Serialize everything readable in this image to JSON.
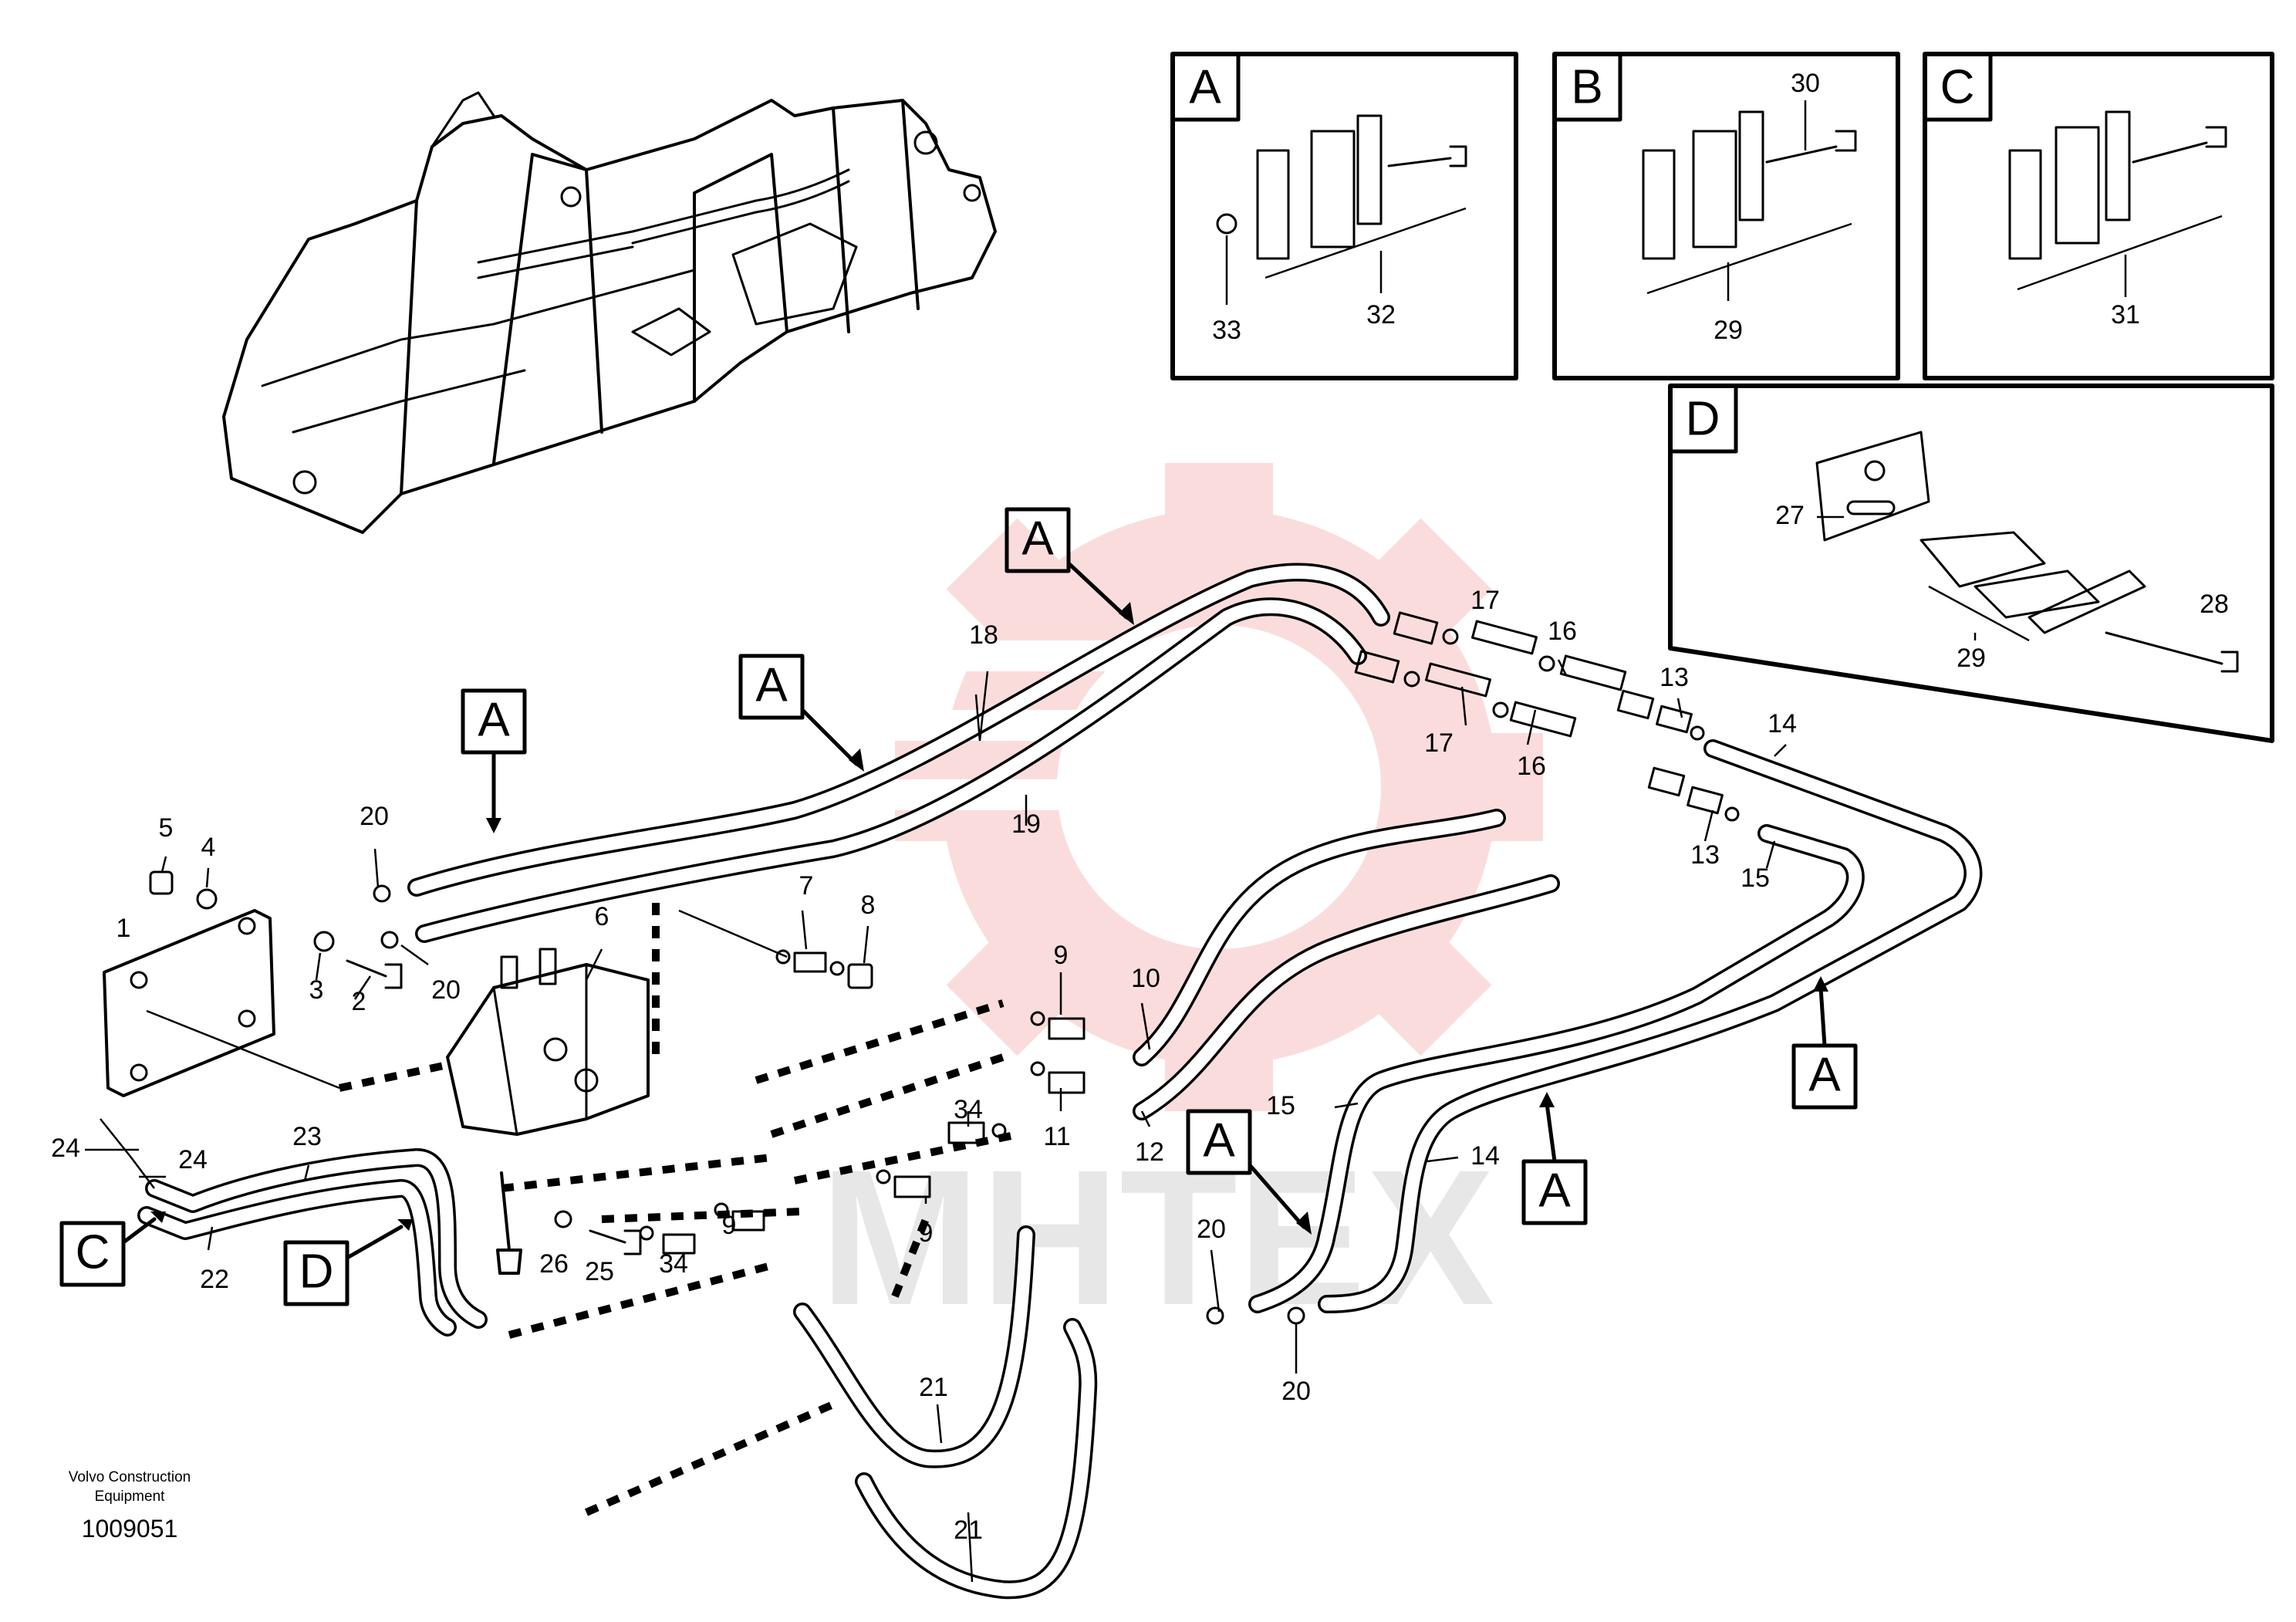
{
  "figure": {
    "detail_views": [
      {
        "letter": "A",
        "callouts": [
          "33",
          "32"
        ]
      },
      {
        "letter": "B",
        "callouts": [
          "30",
          "29"
        ]
      },
      {
        "letter": "C",
        "callouts": [
          "31"
        ]
      },
      {
        "letter": "D",
        "callouts": [
          "27",
          "28",
          "29"
        ]
      }
    ],
    "view_markers": [
      "A",
      "A",
      "A",
      "A",
      "A",
      "A",
      "C",
      "D"
    ],
    "callouts": [
      "1",
      "2",
      "3",
      "4",
      "5",
      "6",
      "7",
      "8",
      "9",
      "9",
      "9",
      "10",
      "11",
      "12",
      "13",
      "13",
      "14",
      "14",
      "15",
      "15",
      "16",
      "16",
      "17",
      "17",
      "18",
      "19",
      "20",
      "20",
      "20",
      "20",
      "21",
      "21",
      "22",
      "23",
      "24",
      "24",
      "25",
      "26",
      "34",
      "34"
    ],
    "watermark": "MHTEX",
    "manufacturer": "Volvo Construction\nEquipment",
    "manufacturer_line1": "Volvo Construction",
    "manufacturer_line2": "Equipment",
    "drawing_number": "1009051"
  }
}
